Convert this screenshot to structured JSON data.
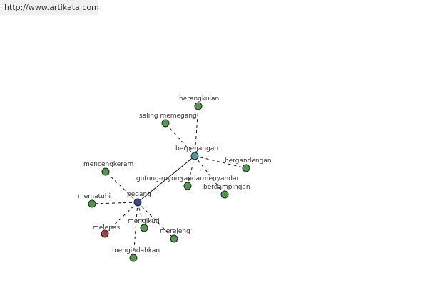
{
  "header": {
    "url": "http://www.artikata.com"
  },
  "graph": {
    "colors": {
      "center": "#3b4a8c",
      "hub": "#4f9e9a",
      "leaf": "#4f9a4f",
      "highlight": "#a14545"
    },
    "nodes": [
      {
        "id": "pegang",
        "label": "pegang",
        "kind": "center"
      },
      {
        "id": "berpegangan",
        "label": "berpegangan",
        "kind": "hub"
      },
      {
        "id": "berangkulan",
        "label": "berangkulan",
        "kind": "leaf"
      },
      {
        "id": "saling-memegang",
        "label": "saling memegang",
        "kind": "leaf"
      },
      {
        "id": "bergandengan",
        "label": "bergandengan",
        "kind": "leaf"
      },
      {
        "id": "gotong-royong",
        "label": "gotong-royong",
        "kind": "leaf"
      },
      {
        "id": "sandar-menyandar",
        "label": "sandarmenyandar",
        "kind": "leaf"
      },
      {
        "id": "berdampingan",
        "label": "berdampingan",
        "kind": "leaf"
      },
      {
        "id": "mencengkeram",
        "label": "mencengkeram",
        "kind": "leaf"
      },
      {
        "id": "mematuhi",
        "label": "mematuhi",
        "kind": "leaf"
      },
      {
        "id": "melepas",
        "label": "melepas",
        "kind": "highlight"
      },
      {
        "id": "mengikuti",
        "label": "mengikuti",
        "kind": "leaf"
      },
      {
        "id": "merejeng",
        "label": "merejeng",
        "kind": "leaf"
      },
      {
        "id": "mengindahkan",
        "label": "mengindahkan",
        "kind": "leaf"
      }
    ],
    "edges": [
      {
        "from": "pegang",
        "to": "berpegangan",
        "style": "solid"
      },
      {
        "from": "berpegangan",
        "to": "berangkulan",
        "style": "dashed"
      },
      {
        "from": "berpegangan",
        "to": "saling-memegang",
        "style": "dashed"
      },
      {
        "from": "berpegangan",
        "to": "bergandengan",
        "style": "dashed"
      },
      {
        "from": "berpegangan",
        "to": "gotong-royong",
        "style": "dashed"
      },
      {
        "from": "berpegangan",
        "to": "berdampingan",
        "style": "dashed"
      },
      {
        "from": "pegang",
        "to": "mencengkeram",
        "style": "dashed"
      },
      {
        "from": "pegang",
        "to": "mematuhi",
        "style": "dashed"
      },
      {
        "from": "pegang",
        "to": "melepas",
        "style": "dashed"
      },
      {
        "from": "pegang",
        "to": "mengikuti",
        "style": "dashed"
      },
      {
        "from": "pegang",
        "to": "merejeng",
        "style": "dashed"
      },
      {
        "from": "pegang",
        "to": "mengindahkan",
        "style": "dashed"
      }
    ]
  }
}
